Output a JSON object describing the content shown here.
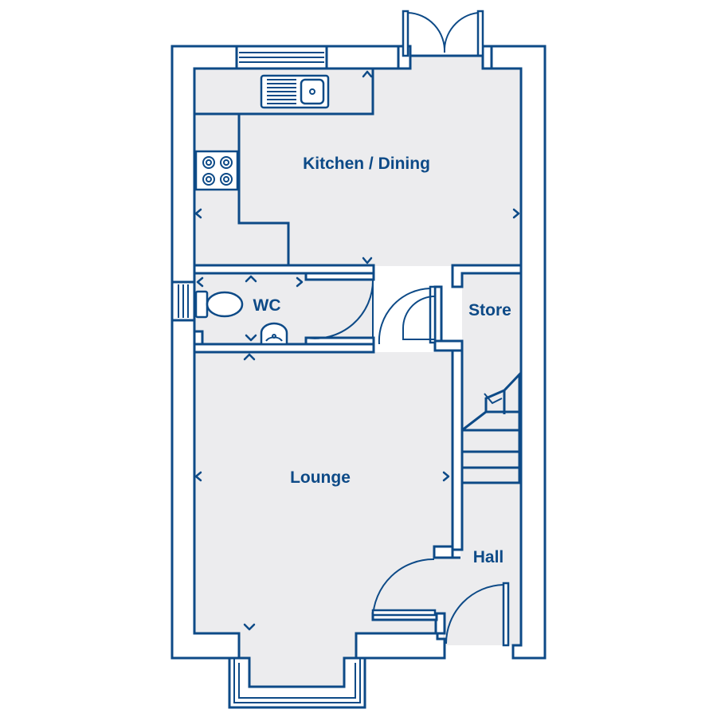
{
  "colors": {
    "wall": "#0d4a87",
    "floor": "#ececee",
    "background": "#ffffff"
  },
  "rooms": {
    "kitchen": {
      "label": "Kitchen / Dining"
    },
    "wc": {
      "label": "WC"
    },
    "store": {
      "label": "Store"
    },
    "lounge": {
      "label": "Lounge"
    },
    "hall": {
      "label": "Hall"
    }
  },
  "fixtures": {
    "icons": [
      "sink-icon",
      "hob-icon",
      "toilet-icon",
      "basin-icon",
      "staircase-icon",
      "french-door-icon",
      "bay-window-icon"
    ]
  }
}
